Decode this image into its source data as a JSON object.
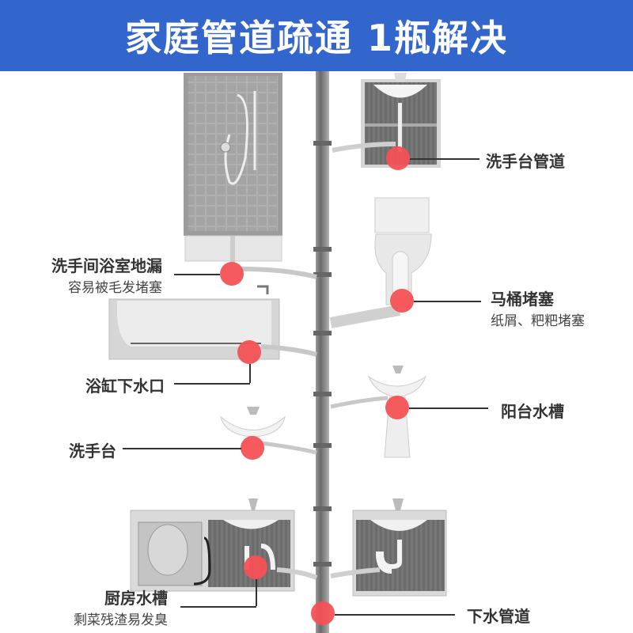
{
  "banner": {
    "title": "家庭管道疏通 1瓶解决",
    "background": "#3366cc"
  },
  "colors": {
    "marker": "#f45155",
    "pipe": "#8a8a8a",
    "cabinet": "#6e6e6e"
  },
  "callouts": [
    {
      "id": "washbasin-pipe",
      "title": "洗手台管道",
      "subtitle": ""
    },
    {
      "id": "bathroom-floor-drain",
      "title": "洗手间浴室地漏",
      "subtitle": "容易被毛发堵塞"
    },
    {
      "id": "toilet-clog",
      "title": "马桶堵塞",
      "subtitle": "纸屑、粑粑堵塞"
    },
    {
      "id": "bathtub-drain",
      "title": "浴缸下水口",
      "subtitle": ""
    },
    {
      "id": "balcony-sink",
      "title": "阳台水槽",
      "subtitle": ""
    },
    {
      "id": "washbasin",
      "title": "洗手台",
      "subtitle": ""
    },
    {
      "id": "kitchen-sink",
      "title": "厨房水槽",
      "subtitle": "剩菜残渣易发臭"
    },
    {
      "id": "sewer-pipe",
      "title": "下水管道",
      "subtitle": ""
    }
  ]
}
